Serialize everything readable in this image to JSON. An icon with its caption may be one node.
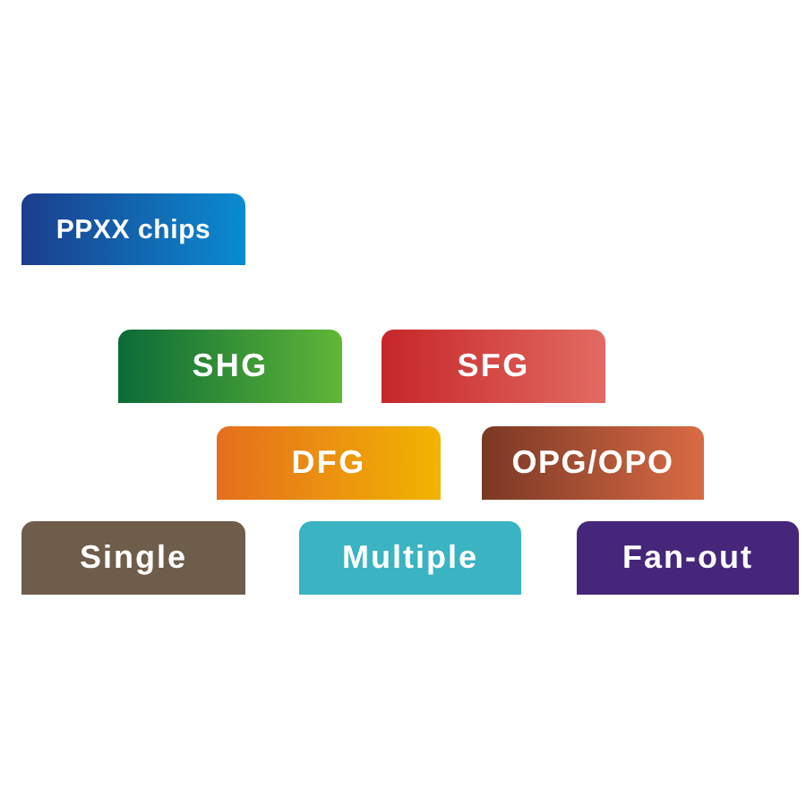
{
  "diagram": {
    "nodes": [
      {
        "text": [
          "PPXX chips"
        ]
      },
      {
        "text": [
          "SHG"
        ]
      },
      {
        "text": [
          "SFG"
        ]
      },
      {
        "text": [
          "DFG"
        ]
      },
      {
        "text": [
          "OPG/OPO"
        ]
      },
      {
        "text": [
          "Single"
        ]
      },
      {
        "text": [
          "Multiple"
        ]
      },
      {
        "text": [
          "Fan-out"
        ]
      }
    ]
  }
}
